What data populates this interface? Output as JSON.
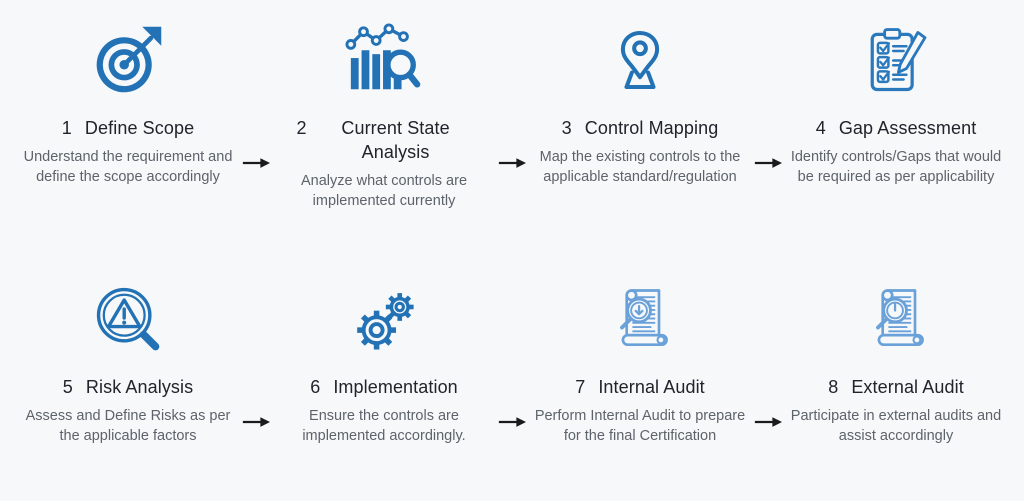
{
  "page": {
    "background": "#f7f8fa"
  },
  "colors": {
    "icon_primary": "#2272b5",
    "icon_outline": "#2b79bd",
    "icon_light": "#6aa1d8",
    "title": "#20242b",
    "description": "#5d636b",
    "arrow": "#1b1b1b"
  },
  "steps": [
    {
      "number": "1",
      "title": "Define Scope",
      "description": "Understand the requirement and define the scope accordingly",
      "icon": "target-icon"
    },
    {
      "number": "2",
      "title": "Current State Analysis",
      "description": "Analyze what controls are implemented currently",
      "icon": "chart-magnifier-icon"
    },
    {
      "number": "3",
      "title": "Control Mapping",
      "description": "Map the existing controls to the applicable standard/regulation",
      "icon": "map-pin-icon"
    },
    {
      "number": "4",
      "title": "Gap Assessment",
      "description": "Identify controls/Gaps that would be required as per applicability",
      "icon": "checklist-pencil-icon"
    },
    {
      "number": "5",
      "title": "Risk Analysis",
      "description": "Assess and Define Risks as per the applicable factors",
      "icon": "risk-magnifier-icon"
    },
    {
      "number": "6",
      "title": "Implementation",
      "description": "Ensure the controls are implemented accordingly.",
      "icon": "gears-icon"
    },
    {
      "number": "7",
      "title": "Internal Audit",
      "description": "Perform Internal Audit to prepare for the final Certification",
      "icon": "audit-scroll-icon"
    },
    {
      "number": "8",
      "title": "External Audit",
      "description": "Participate in external audits and assist accordingly",
      "icon": "audit-scroll-icon"
    }
  ]
}
